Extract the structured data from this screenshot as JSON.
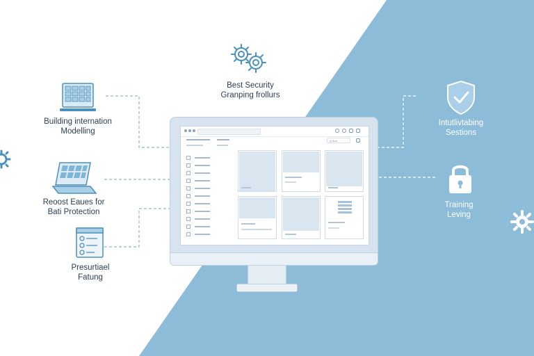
{
  "colors": {
    "accent": "#8dbcd9",
    "icon_stroke": "#4a90bf",
    "icon_fill": "#a9cfe6",
    "text": "#2c3e50"
  },
  "labels": {
    "top_center": {
      "line1": "Best Security",
      "line2": "Granping frollurs",
      "icon": "gears-icon"
    },
    "left_top": {
      "line1": "Building internation",
      "line2": "Modelling",
      "icon": "grid-display-icon"
    },
    "left_mid": {
      "line1": "Reoost Eaues for",
      "line2": "Bati Protection",
      "icon": "laptop-icon"
    },
    "left_bottom": {
      "line1": "Presurtiael",
      "line2": "Fatung",
      "icon": "checklist-window-icon"
    },
    "right_top": {
      "line1": "Intutlivtabing",
      "line2": "Sestions",
      "icon": "shield-check-icon"
    },
    "right_mid": {
      "line1": "Training",
      "line2": "Leving",
      "icon": "padlock-icon"
    }
  },
  "monitor": {
    "address_text": "",
    "search_text": "Q find"
  }
}
